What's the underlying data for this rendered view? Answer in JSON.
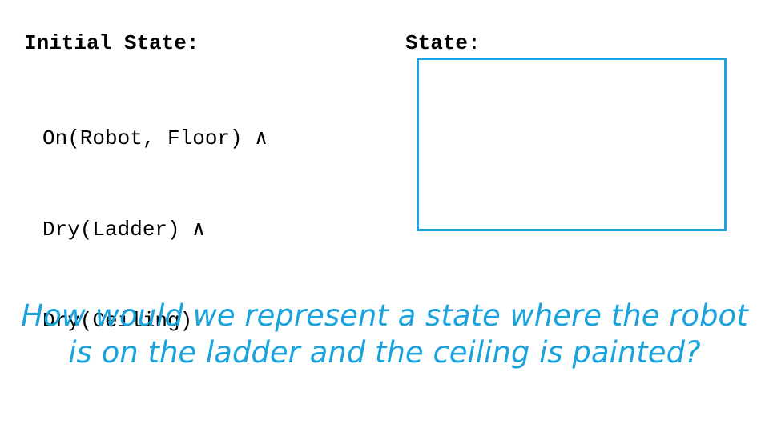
{
  "initial_state": {
    "heading": "Initial State:",
    "lines": [
      "On(Robot, Floor) ∧",
      "Dry(Ladder) ∧",
      "Dry(Ceiling)"
    ]
  },
  "state": {
    "heading": "State:"
  },
  "question": {
    "lines": [
      "How would we represent a state where the robot",
      "is on the ladder and the ceiling is painted?"
    ]
  },
  "colors": {
    "accent": "#1aa3dd",
    "text": "#000000",
    "background": "#ffffff"
  }
}
